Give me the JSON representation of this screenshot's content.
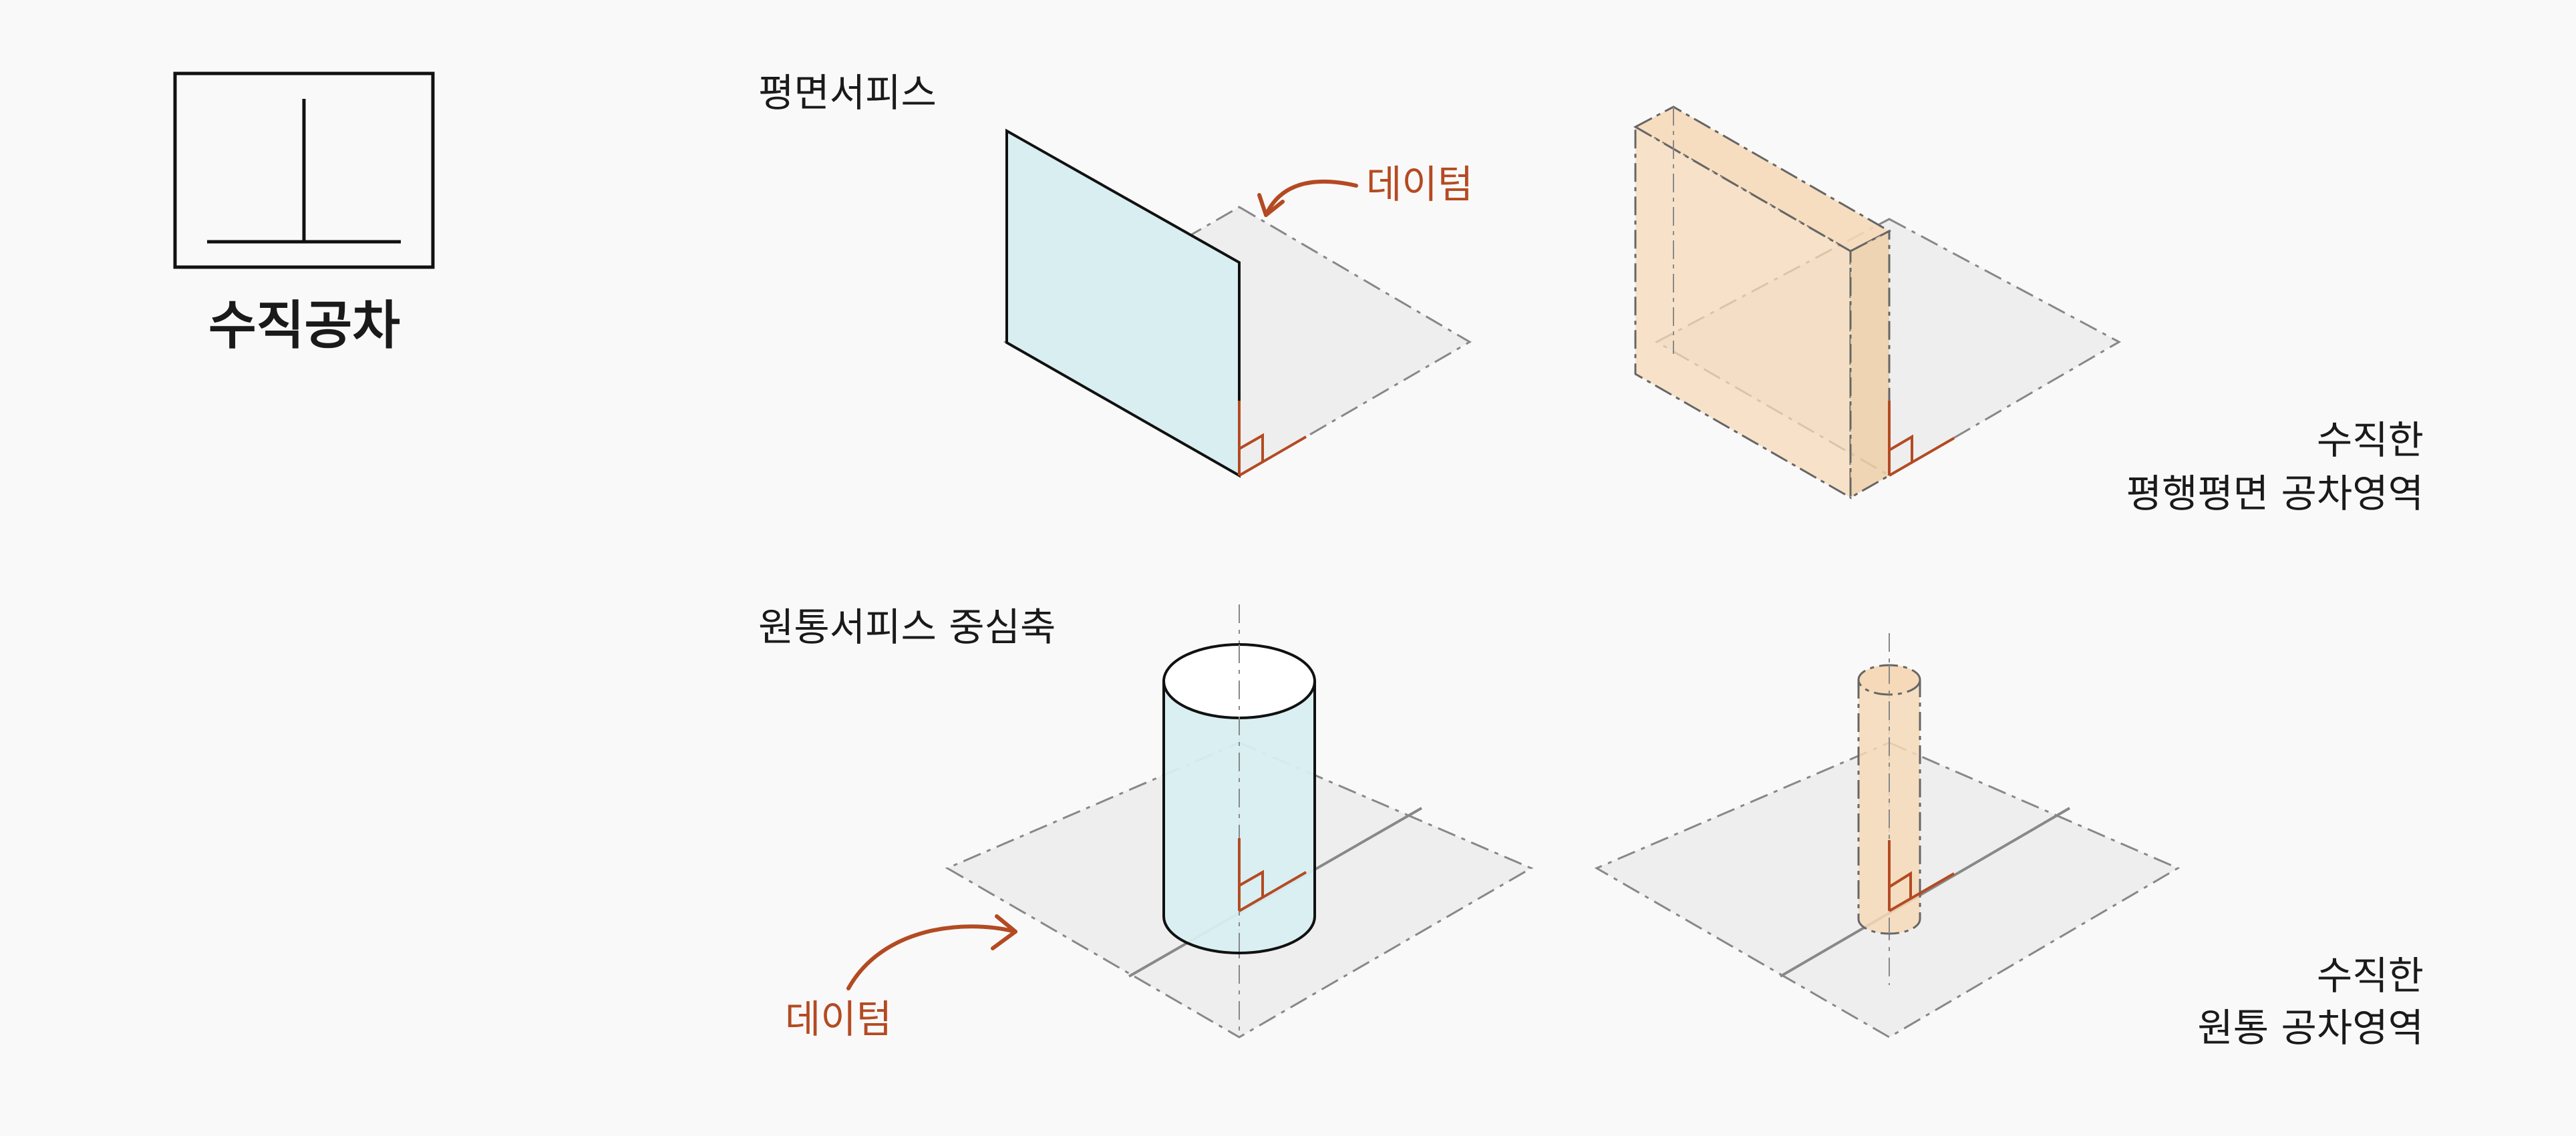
{
  "symbol": {
    "name": "수직공차",
    "glyph": "⊥"
  },
  "top_row": {
    "heading": "평면서피스",
    "datum_label": "데이텀",
    "zone_caption_line1": "수직한",
    "zone_caption_line2": "평행평면 공차영역"
  },
  "bottom_row": {
    "heading": "원통서피스 중심축",
    "datum_label": "데이텀",
    "zone_caption_line1": "수직한",
    "zone_caption_line2": "원통 공차영역"
  },
  "colors": {
    "accent": "#b44a22",
    "surface_fill": "#d8eef0",
    "tolerance_zone_fill": "#f6d9b8",
    "datum_plane_fill": "#eeeeee",
    "outline": "#111111"
  }
}
